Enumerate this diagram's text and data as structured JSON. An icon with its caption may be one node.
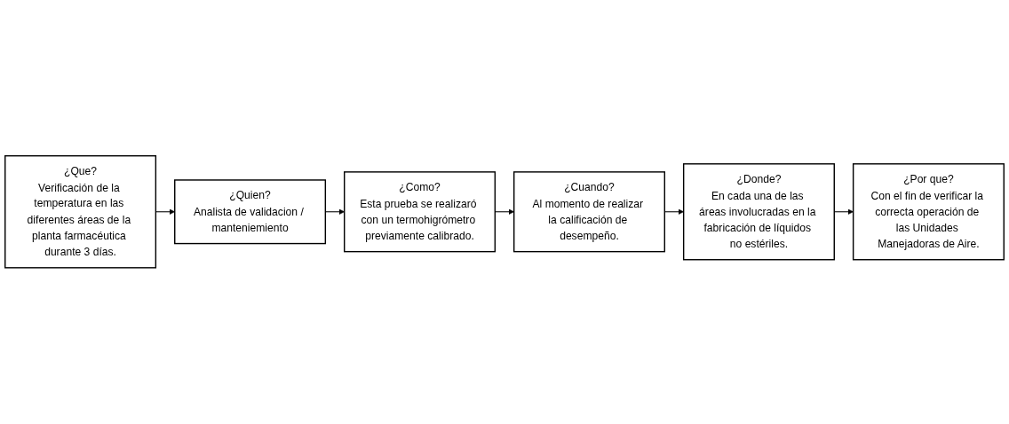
{
  "diagram": {
    "nodes": [
      {
        "text": [
          "¿Que?",
          "Verificación de la temperatura en las diferentes áreas de la planta farmacéutica durante 3 días."
        ]
      },
      {
        "text": [
          "¿Quien?",
          "Analista de validacion / manteniemiento"
        ]
      },
      {
        "text": [
          "¿Como?",
          "Esta prueba se realizaró con un termohigrómetro previamente calibrado."
        ]
      },
      {
        "text": [
          "¿Cuando?",
          "Al momento de realizar la calificación de desempeño."
        ]
      },
      {
        "text": [
          "¿Donde?",
          "En cada una de las áreas involucradas en la fabricación de líquidos no estériles."
        ]
      },
      {
        "text": [
          "¿Por que?",
          "Con el fin de verificar la correcta operación de las Unidades Manejadoras de Aire."
        ]
      }
    ],
    "edges": [
      {
        "from": 0,
        "to": 1,
        "arrow": "to"
      },
      {
        "from": 1,
        "to": 2,
        "arrow": "to"
      },
      {
        "from": 2,
        "to": 3,
        "arrow": "to"
      },
      {
        "from": 3,
        "to": 4,
        "arrow": "to"
      },
      {
        "from": 4,
        "to": 5,
        "arrow": "to"
      }
    ]
  }
}
